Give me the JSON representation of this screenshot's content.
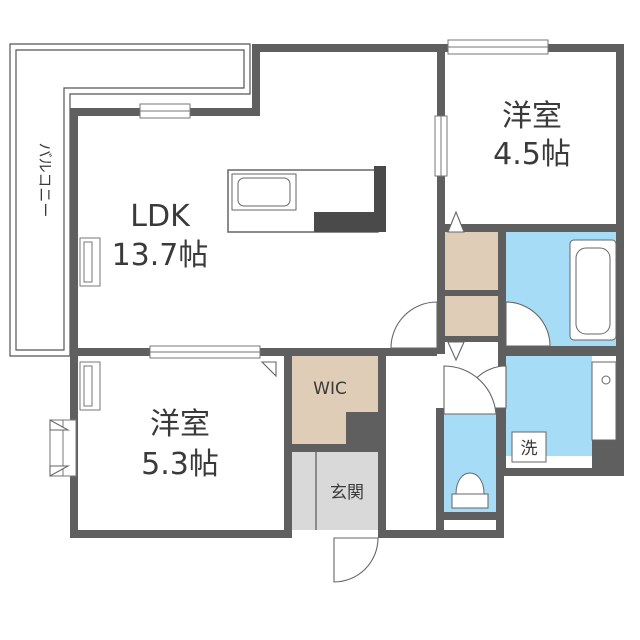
{
  "rooms": {
    "ldk": {
      "name": "LDK",
      "size": "13.7帖"
    },
    "western_room_1": {
      "name": "洋室",
      "size": "4.5帖"
    },
    "western_room_2": {
      "name": "洋室",
      "size": "5.3帖"
    },
    "wic": {
      "name": "WIC"
    },
    "entrance": {
      "name": "玄関"
    },
    "laundry": {
      "name": "洗"
    },
    "balcony": {
      "name": "バルコニー"
    }
  },
  "colors": {
    "wall": "#5f5f5f",
    "storage": "#e0cdb8",
    "wet_area": "#a6dcf5",
    "entrance_floor": "#d9d9d9",
    "kitchen_dark": "#4a4a4a"
  }
}
